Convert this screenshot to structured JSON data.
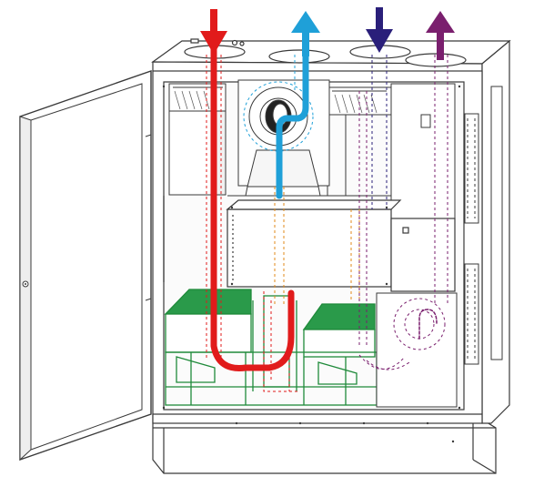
{
  "diagram": {
    "kind": "air handling unit with open door, airflow paths",
    "colors": {
      "outline": "#3a3a3a",
      "supply_in": "#e11b1b",
      "supply_out": "#1fa0d8",
      "extract_in": "#2a1f7a",
      "exhaust_out": "#7a1f6e",
      "filters": "#1f8a3a",
      "dashed_orange": "#e08a1a",
      "dashed_red": "#e11b1b",
      "dashed_purple": "#7a1f6e",
      "dashed_blue": "#1fa0d8",
      "background": "#ffffff"
    },
    "arrows": [
      {
        "id": "outdoor-air-in",
        "direction": "down",
        "color_key": "supply_in"
      },
      {
        "id": "supply-air-out",
        "direction": "up",
        "color_key": "supply_out"
      },
      {
        "id": "extract-air-in",
        "direction": "down",
        "color_key": "extract_in"
      },
      {
        "id": "exhaust-air-out",
        "direction": "up",
        "color_key": "exhaust_out"
      }
    ]
  }
}
